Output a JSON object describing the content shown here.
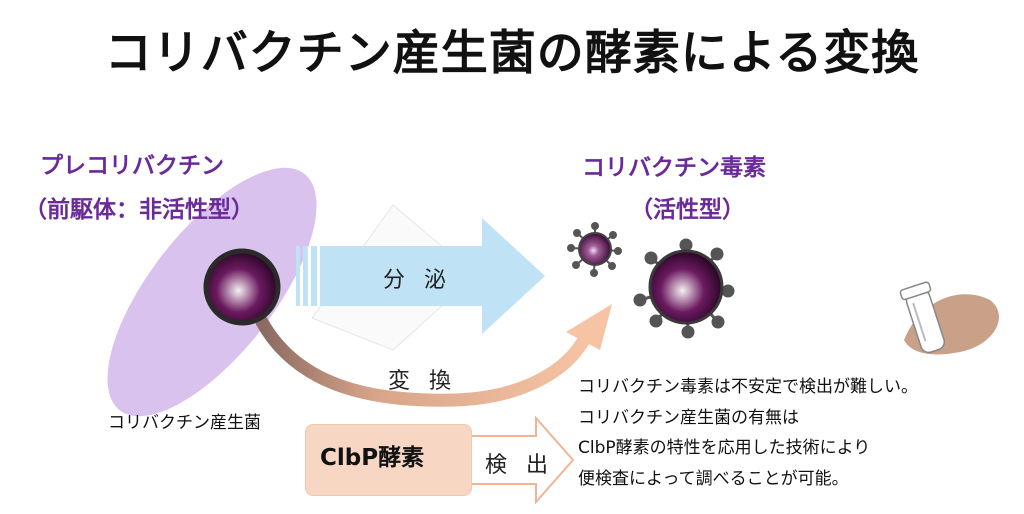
{
  "title": "コリバクチン産生菌の酵素による変換",
  "precursor": {
    "name": "プレコリバクチン",
    "subtitle": "（前駆体：非活性型）"
  },
  "toxin": {
    "name": "コリバクチン毒素",
    "subtitle": "（活性型）"
  },
  "arrows": {
    "secrete": "分 泌",
    "convert": "変 換",
    "detect": "検 出"
  },
  "bacteria_label": "コリバクチン産生菌",
  "enzyme_label": "ClbP酵素",
  "notes": [
    "コリバクチン毒素は不安定で検出が難しい。",
    "コリバクチン産生菌の有無は",
    "ClbP酵素の特性を応用した技術により",
    "便検査によって調べることが可能。"
  ],
  "colors": {
    "purple_text": "#6a2a9a",
    "bacteria_fill": "#d9c2ee",
    "secrete_arrow": "#bfe3f5",
    "convert_arrow": "#f4c0a3",
    "enzyme_box": "#f7d6c4",
    "molecule_dark": "#5a0f4f"
  }
}
